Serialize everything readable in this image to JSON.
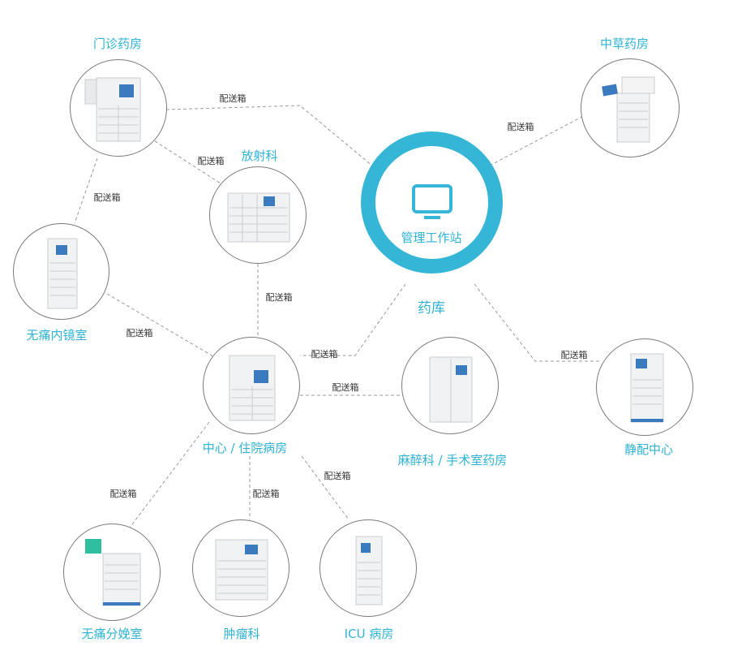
{
  "hub": {
    "title": "管理工作站",
    "label": "药库",
    "icon": "monitor-icon",
    "color": "#36b6d6"
  },
  "edge_label": "配送箱",
  "nodes": [
    {
      "id": "outpatient",
      "label": "门诊药房",
      "icon": "dispensing-cabinet-icon"
    },
    {
      "id": "herbal",
      "label": "中草药房",
      "icon": "herbal-cart-icon"
    },
    {
      "id": "radiology",
      "label": "放射科",
      "icon": "wide-cabinet-icon"
    },
    {
      "id": "endoscopy",
      "label": "无痛内镜室",
      "icon": "tall-cabinet-icon"
    },
    {
      "id": "center",
      "label": "中心 / 住院病房",
      "icon": "dispensing-cabinet-icon"
    },
    {
      "id": "anesthesia",
      "label": "麻醉科 / 手术室药房",
      "icon": "double-door-cabinet-icon"
    },
    {
      "id": "iv",
      "label": "静配中心",
      "icon": "cart-cabinet-icon"
    },
    {
      "id": "delivery",
      "label": "无痛分娩室",
      "icon": "cart-cabinet-icon"
    },
    {
      "id": "oncology",
      "label": "肿瘤科",
      "icon": "drawer-cabinet-icon"
    },
    {
      "id": "icu",
      "label": "ICU 病房",
      "icon": "tall-cabinet-icon"
    }
  ],
  "edges": [
    {
      "from": "outpatient",
      "to": "hub",
      "label": "配送箱"
    },
    {
      "from": "herbal",
      "to": "hub",
      "label": "配送箱"
    },
    {
      "from": "outpatient",
      "to": "radiology",
      "label": "配送箱"
    },
    {
      "from": "outpatient",
      "to": "endoscopy",
      "label": "配送箱"
    },
    {
      "from": "radiology",
      "to": "center",
      "label": "配送箱"
    },
    {
      "from": "endoscopy",
      "to": "center",
      "label": "配送箱"
    },
    {
      "from": "hub",
      "to": "center",
      "label": "配送箱"
    },
    {
      "from": "center",
      "to": "anesthesia",
      "label": "配送箱"
    },
    {
      "from": "hub",
      "to": "iv",
      "label": "配送箱"
    },
    {
      "from": "center",
      "to": "delivery",
      "label": "配送箱"
    },
    {
      "from": "center",
      "to": "oncology",
      "label": "配送箱"
    },
    {
      "from": "center",
      "to": "icu",
      "label": "配送箱"
    }
  ]
}
